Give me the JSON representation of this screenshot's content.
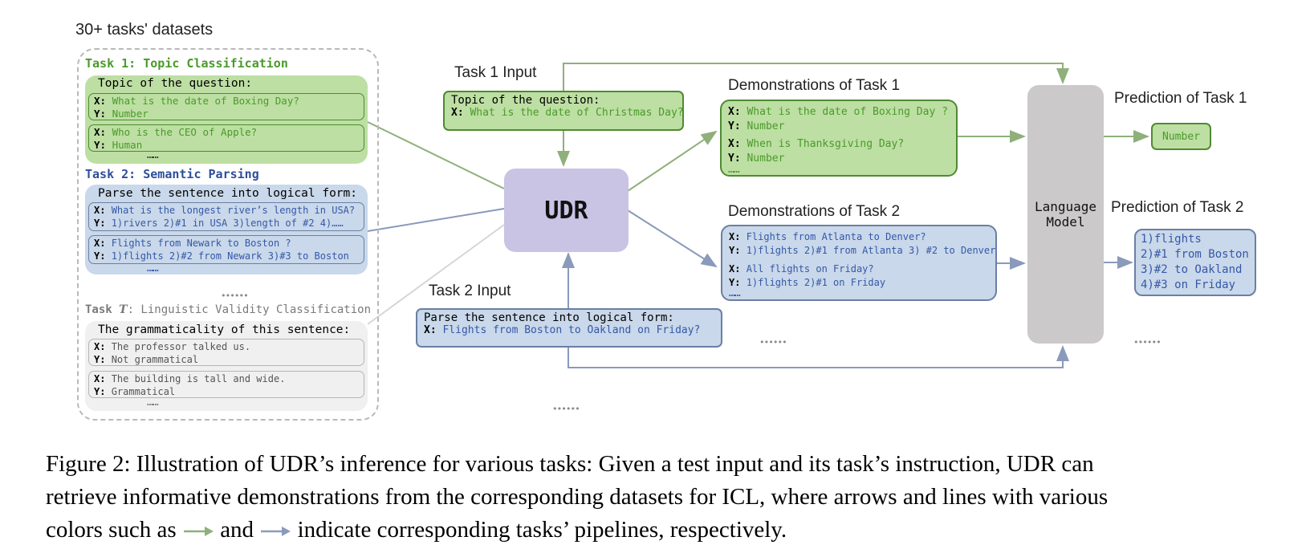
{
  "header": {
    "datasets_label": "30+ tasks' datasets"
  },
  "task1": {
    "title": "Task 1: Topic Classification",
    "instruction": "Topic of the question:",
    "examples": [
      {
        "x": "What is the date of Boxing Day?",
        "y": "Number"
      },
      {
        "x": "Who is the CEO of Apple?",
        "y": "Human"
      }
    ],
    "more": "……"
  },
  "task2": {
    "title": "Task 2: Semantic Parsing",
    "instruction": "Parse the sentence into logical form:",
    "examples": [
      {
        "x": "What is the longest river’s length in USA?",
        "y": "1)rivers 2)#1 in USA 3)length of #2 4)……"
      },
      {
        "x": "Flights from Newark to Boston ?",
        "y": "1)flights 2)#2 from Newark 3)#3 to Boston"
      }
    ],
    "more": "……"
  },
  "between_tasks_dots": "••••••",
  "taskT": {
    "title_prefix": "Task ",
    "title_var": "T",
    "title_suffix": ": Linguistic Validity Classification",
    "instruction": "The grammaticality of this sentence:",
    "examples": [
      {
        "x": "The professor talked us.",
        "y": "Not grammatical"
      },
      {
        "x": "The building is tall and wide.",
        "y": "Grammatical"
      }
    ],
    "more": "……"
  },
  "input1": {
    "label": "Task 1 Input",
    "instruction": "Topic of the question:",
    "x": "What is the date of Christmas Day?"
  },
  "input2": {
    "label": "Task 2 Input",
    "instruction": "Parse the sentence into logical form:",
    "x": "Flights from Boston to Oakland on Friday?"
  },
  "udr": {
    "label": "UDR"
  },
  "bottom_dots": "••••••",
  "demo1": {
    "label": "Demonstrations of Task 1",
    "examples": [
      {
        "x": "What is the date of Boxing Day ?",
        "y": "Number"
      },
      {
        "x": "When is Thanksgiving Day?",
        "y": "Number"
      }
    ],
    "more": "……"
  },
  "demo2": {
    "label": "Demonstrations of Task 2",
    "examples": [
      {
        "x": "Flights from Atlanta to Denver?",
        "y": "1)flights 2)#1 from Atlanta 3) #2 to Denver"
      },
      {
        "x": "All flights on Friday?",
        "y": "1)flights 2)#1 on Friday"
      }
    ],
    "more": "……"
  },
  "demo_dots": "••••••",
  "lm": {
    "line1": "Language",
    "line2": "Model"
  },
  "pred1": {
    "label": "Prediction of Task 1",
    "value": "Number"
  },
  "pred2": {
    "label": "Prediction of Task 2",
    "lines": [
      "1)flights",
      "2)#1 from Boston",
      "3)#2 to Oakland",
      "4)#3 on Friday"
    ]
  },
  "pred_dots": "••••••",
  "labels": {
    "x": "X:",
    "y": "Y:"
  },
  "caption": {
    "line1": "Figure 2: Illustration of UDR’s inference for various tasks: Given a test input and its task’s instruction, UDR can",
    "line2": "retrieve informative demonstrations from the corresponding datasets for ICL, where arrows and lines with various",
    "line3_a": "colors such as",
    "line3_b": "and",
    "line3_c": "indicate corresponding tasks’ pipelines, respectively."
  },
  "colors": {
    "green_fill": "#bddfa3",
    "green_stroke": "#4f8a32",
    "green_text": "#4a9a2a",
    "blue_fill": "#c9d8ea",
    "blue_stroke": "#6b7fa3",
    "blue_text": "#3558a8",
    "gray_fill": "#f0f0f0",
    "gray_stroke": "#b5b5b5",
    "udr_fill": "#c9c3e4",
    "lm_fill": "#cbc9c9",
    "green_arrow": "#8fb07a",
    "blue_arrow": "#8a9abb"
  }
}
